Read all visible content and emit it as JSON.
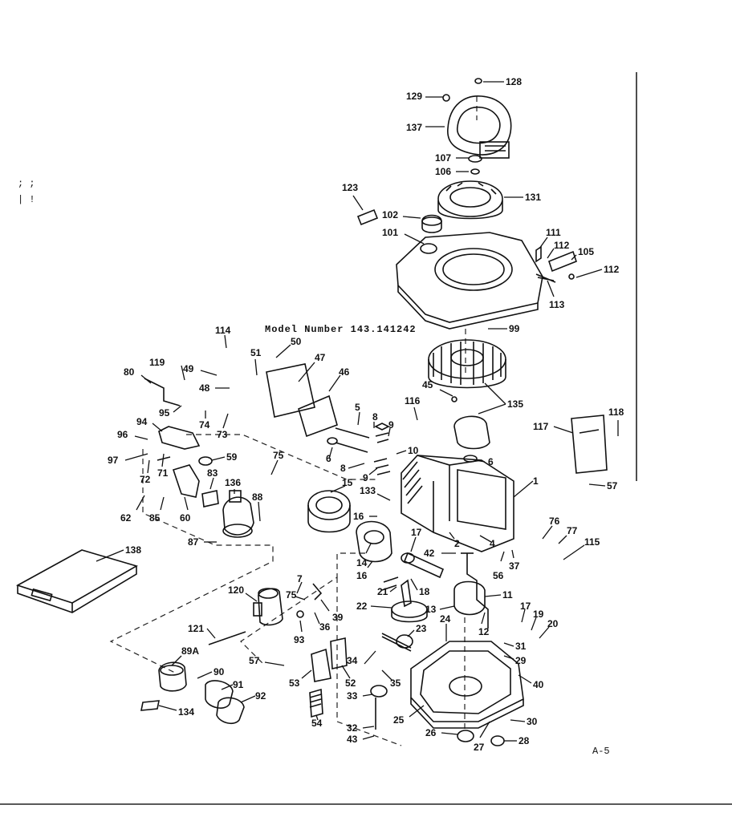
{
  "title": "Model Number 143.141242",
  "page_id": "A-5",
  "stray_marks": "; ;\n| !",
  "callouts": [
    "128",
    "129",
    "137",
    "107",
    "106",
    "131",
    "123",
    "102",
    "101",
    "111",
    "112",
    "105",
    "112",
    "113",
    "99",
    "114",
    "50",
    "51",
    "47",
    "49",
    "48",
    "80",
    "119",
    "95",
    "74",
    "73",
    "46",
    "5",
    "8",
    "9",
    "10",
    "9",
    "8",
    "6",
    "6",
    "116",
    "45",
    "135",
    "117",
    "118",
    "57",
    "94",
    "96",
    "97",
    "72",
    "71",
    "59",
    "75",
    "83",
    "136",
    "62",
    "85",
    "60",
    "88",
    "15",
    "133",
    "16",
    "14",
    "16",
    "17",
    "42",
    "21",
    "22",
    "18",
    "13",
    "11",
    "1",
    "2",
    "4",
    "76",
    "77",
    "115",
    "56",
    "37",
    "87",
    "138",
    "120",
    "7",
    "75",
    "39",
    "121",
    "36",
    "93",
    "89A",
    "90",
    "91",
    "92",
    "134",
    "57",
    "53",
    "52",
    "34",
    "35",
    "33",
    "54",
    "32",
    "43",
    "24",
    "23",
    "25",
    "26",
    "27",
    "28",
    "12",
    "17",
    "19",
    "20",
    "31",
    "29",
    "40",
    "30"
  ]
}
